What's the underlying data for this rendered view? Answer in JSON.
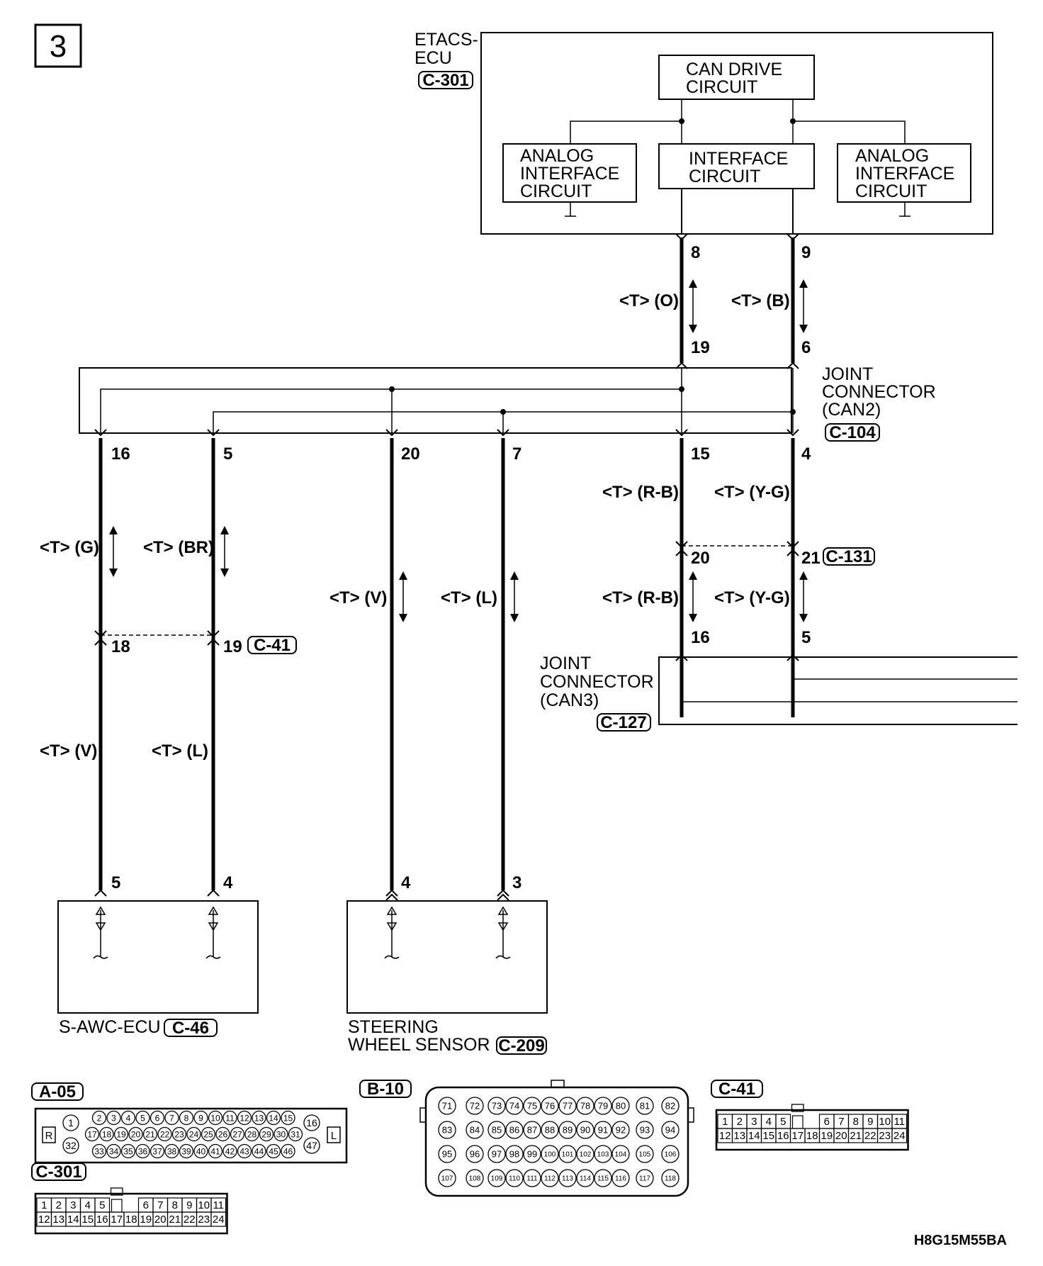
{
  "page_number": "3",
  "diagram_code": "H8G15M55BA",
  "etacs": {
    "name_line1": "ETACS-",
    "name_line2": "ECU",
    "connector": "C-301",
    "can_drive": [
      "CAN DRIVE",
      "CIRCUIT"
    ],
    "interface": [
      "INTERFACE",
      "CIRCUIT"
    ],
    "analog": [
      "ANALOG",
      "INTERFACE",
      "CIRCUIT"
    ]
  },
  "joint_can2": {
    "lines": [
      "JOINT",
      "CONNECTOR",
      "(CAN2)"
    ],
    "connector": "C-104"
  },
  "joint_can3": {
    "lines": [
      "JOINT",
      "CONNECTOR",
      "(CAN3)"
    ],
    "connector": "C-127"
  },
  "pins": {
    "etacs_8": "8",
    "etacs_9": "9",
    "can2_19": "19",
    "can2_6": "6",
    "can2_16": "16",
    "can2_5": "5",
    "can2_20": "20",
    "can2_7": "7",
    "can2_15": "15",
    "can2_4": "4",
    "c131_20": "20",
    "c131_21": "21",
    "can3_16": "16",
    "can3_5": "5",
    "c41_18": "18",
    "c41_19": "19",
    "sawc_5": "5",
    "sawc_4": "4",
    "sws_4": "4",
    "sws_3": "3"
  },
  "wires": {
    "w1": "<T> (O)",
    "w2": "<T> (B)",
    "w3": "<T> (G)",
    "w4": "<T> (BR)",
    "w5": "<T> (V)",
    "w6": "<T> (L)",
    "w7": "<T> (R-B)",
    "w8": "<T> (Y-G)",
    "w9": "<T> (R-B)",
    "w10": "<T> (Y-G)",
    "w11": "<T> (V)",
    "w12": "<T> (L)"
  },
  "c131": "C-131",
  "c41": "C-41",
  "sawc": {
    "name": "S-AWC-ECU",
    "connector": "C-46"
  },
  "sws": {
    "line1": "STEERING",
    "line2": "WHEEL SENSOR",
    "connector": "C-209"
  },
  "connector_views": {
    "a05": {
      "label": "A-05",
      "left_tag": "R",
      "right_tag": "L",
      "row1": [
        "2",
        "3",
        "4",
        "5",
        "6",
        "7",
        "8",
        "9",
        "10",
        "11",
        "12",
        "13",
        "14",
        "15"
      ],
      "row2": [
        "17",
        "18",
        "19",
        "20",
        "21",
        "22",
        "23",
        "24",
        "25",
        "26",
        "27",
        "28",
        "29",
        "30",
        "31"
      ],
      "row3": [
        "33",
        "34",
        "35",
        "36",
        "37",
        "38",
        "39",
        "40",
        "41",
        "42",
        "43",
        "44",
        "45",
        "46"
      ],
      "left_pins": [
        "1",
        "32"
      ],
      "right_pins": [
        "16",
        "47"
      ]
    },
    "c301": {
      "label": "C-301",
      "row1": [
        "1",
        "2",
        "3",
        "4",
        "5",
        "",
        "6",
        "7",
        "8",
        "9",
        "10",
        "11"
      ],
      "row2": [
        "12",
        "13",
        "14",
        "15",
        "16",
        "17",
        "18",
        "19",
        "20",
        "21",
        "22",
        "23",
        "24"
      ]
    },
    "b10": {
      "label": "B-10",
      "row1": [
        "71",
        "72",
        "73",
        "74",
        "75",
        "76",
        "77",
        "78",
        "79",
        "80",
        "81",
        "82"
      ],
      "row2": [
        "83",
        "84",
        "85",
        "86",
        "87",
        "88",
        "89",
        "90",
        "91",
        "92",
        "93",
        "94"
      ],
      "row3": [
        "95",
        "96",
        "97",
        "98",
        "99",
        "100",
        "101",
        "102",
        "103",
        "104",
        "105",
        "106"
      ],
      "row4": [
        "107",
        "108",
        "109",
        "110",
        "111",
        "112",
        "113",
        "114",
        "115",
        "116",
        "117",
        "118"
      ]
    },
    "c41v": {
      "label": "C-41",
      "row1": [
        "1",
        "2",
        "3",
        "4",
        "5",
        "",
        "6",
        "7",
        "8",
        "9",
        "10",
        "11"
      ],
      "row2": [
        "12",
        "13",
        "14",
        "15",
        "16",
        "17",
        "18",
        "19",
        "20",
        "21",
        "22",
        "23",
        "24"
      ]
    }
  }
}
